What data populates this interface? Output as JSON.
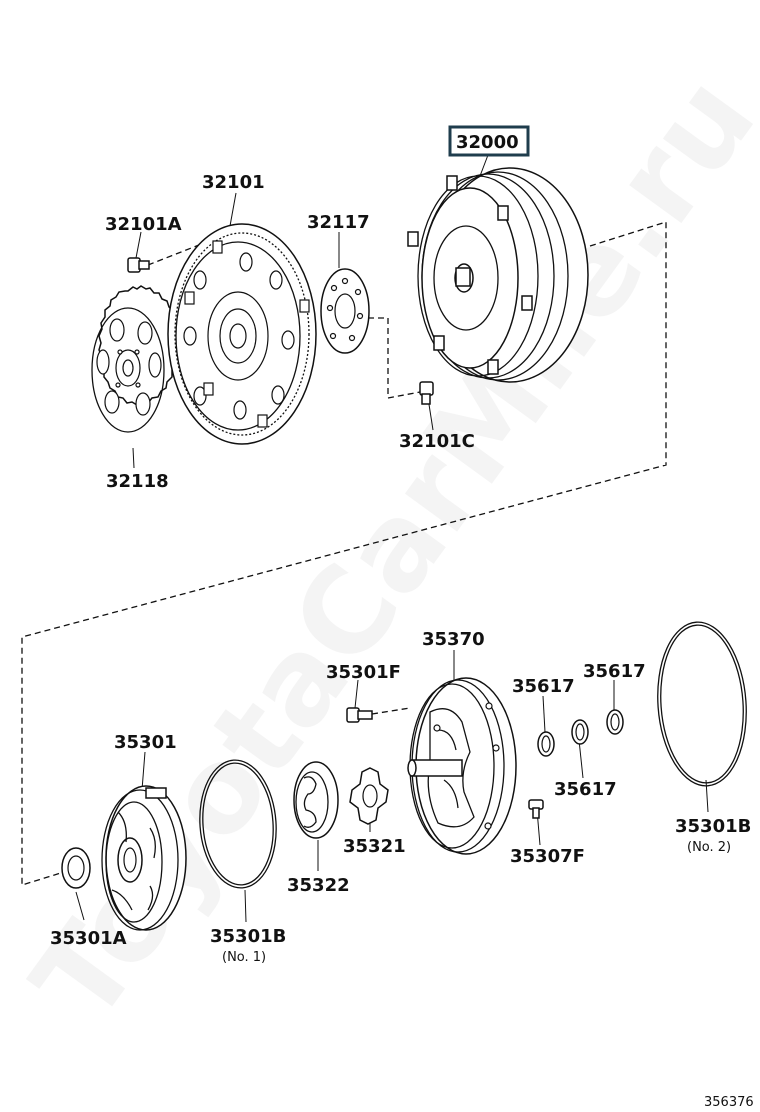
{
  "watermark": "ToyotaCarMile.ru",
  "diagram_ref": "356376",
  "highlighted_part": "32000",
  "parts": {
    "p32000": "32000",
    "p32101": "32101",
    "p32101A": "32101A",
    "p32117": "32117",
    "p32101C": "32101C",
    "p32118": "32118",
    "p35370": "35370",
    "p35301F": "35301F",
    "p35617_a": "35617",
    "p35617_b": "35617",
    "p35617_c": "35617",
    "p35301": "35301",
    "p35321": "35321",
    "p35322": "35322",
    "p35307F": "35307F",
    "p35301B_1": "35301B",
    "p35301B_1_note": "(No. 1)",
    "p35301B_2": "35301B",
    "p35301B_2_note": "(No. 2)",
    "p35301A": "35301A"
  }
}
